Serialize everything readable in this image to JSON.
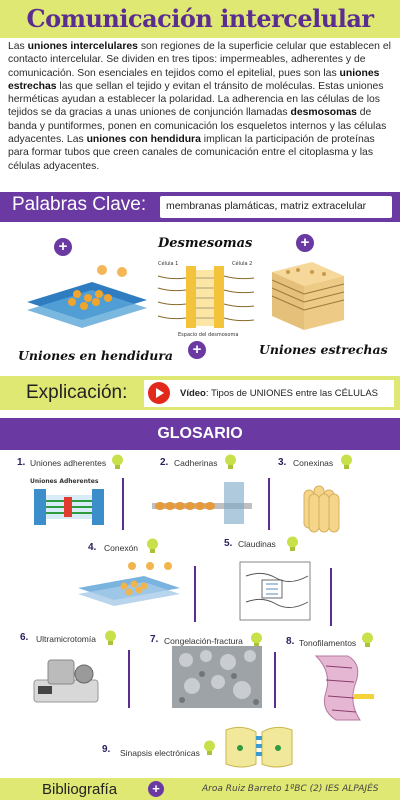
{
  "header": {
    "title": "Comunicación intercelular"
  },
  "intro": {
    "parts": [
      {
        "t": "Las ",
        "b": false
      },
      {
        "t": "uniones intercelulares",
        "b": true
      },
      {
        "t": " son regiones de la superficie celular que establecen el contacto intercelular. Se dividen en tres tipos: impermeables, adherentes y de comunicación. Son esenciales en tejidos como el epitelial, pues son las ",
        "b": false
      },
      {
        "t": "uniones estrechas",
        "b": true
      },
      {
        "t": " las que sellan el tejido y evitan el tránsito de moléculas. Estas uniones herméticas ayudan a establecer la polaridad. La adherencia en las células de los tejidos se da gracias a unas uniones de conjunción llamadas ",
        "b": false
      },
      {
        "t": "desmosomas",
        "b": true
      },
      {
        "t": " de banda y puntiformes, ponen en comunicación los esqueletos internos y las células adyacentes. Las ",
        "b": false
      },
      {
        "t": "uniones con hendidura",
        "b": true
      },
      {
        "t": " implican la participación de proteínas para formar tubos que creen canales de comunicación entre el citoplasma y las células adyacentes.",
        "b": false
      }
    ]
  },
  "keywords": {
    "title": "Palabras Clave:",
    "text": "membranas plamáticas, matriz extracelular"
  },
  "junctions": {
    "desmosomas": "Desmesomas",
    "hendidura": "Uniones en hendidura",
    "estrechas": "Uniones estrechas",
    "diagram_labels": {
      "celula1": "Célula 1",
      "celula2": "Célula 2",
      "espacio": "Espacio del desmosoma"
    }
  },
  "explanation": {
    "title": "Explicación:",
    "video_prefix": "Vídeo",
    "video_text": ": Tipos de UNIONES entre las CÉLULAS"
  },
  "glossary": {
    "title": "GLOSARIO",
    "items": [
      {
        "num": "1.",
        "label": "Uniones adherentes"
      },
      {
        "num": "2.",
        "label": "Cadherinas"
      },
      {
        "num": "3.",
        "label": "Conexinas"
      },
      {
        "num": "4.",
        "label": "Conexón"
      },
      {
        "num": "5.",
        "label": "Claudinas"
      },
      {
        "num": "6.",
        "label": "Ultramicrotomía"
      },
      {
        "num": "7.",
        "label": "Congelación-fractura"
      },
      {
        "num": "8.",
        "label": "Tonofilamentos"
      },
      {
        "num": "9.",
        "label": "Sinapsis electrónicas"
      }
    ],
    "adherentes_title": "Uniones Adherentes"
  },
  "footer": {
    "title": "Bibliografía",
    "author": "Aroa Ruiz Barreto 1ºBC (2) IES ALPAJÉS"
  },
  "colors": {
    "purple": "#6a3aa2",
    "lime": "#dfe873",
    "bulb": "#c8e04a",
    "play": "#e3281c"
  }
}
